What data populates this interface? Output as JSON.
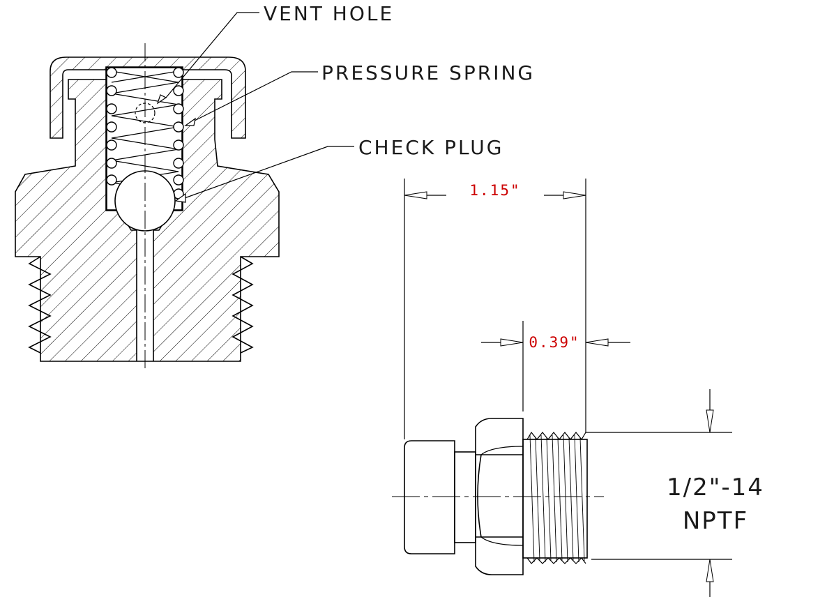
{
  "labels": {
    "vent_hole": "VENT HOLE",
    "pressure_spring": "PRESSURE SPRING",
    "check_plug": "CHECK PLUG"
  },
  "dimensions": {
    "overall_length": "1.15\"",
    "thread_length": "0.39\""
  },
  "thread_spec": {
    "line1": "1/2\"-14",
    "line2": "NPTF"
  },
  "colors": {
    "line": "#000000",
    "dimension_text": "#cc0000",
    "label_text": "#1a1a1a"
  }
}
